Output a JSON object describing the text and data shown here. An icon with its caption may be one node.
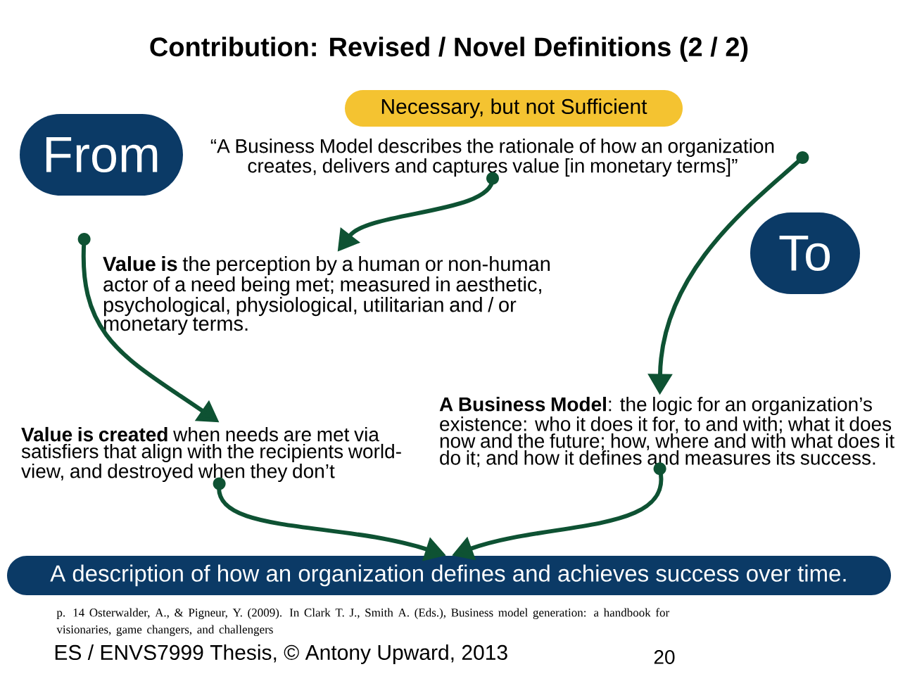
{
  "diagram": {
    "title": "Contribution: Revised / Novel Definitions (2 / 2)",
    "nodes": [
      {
        "text": [
          "From"
        ]
      },
      {
        "text": [
          "Necessary, but not Sufficient"
        ]
      },
      {
        "text": [
          "“A Business Model describes the rationale of how an organization creates, delivers and captures value [in monetary terms]”"
        ]
      },
      {
        "text": [
          "To"
        ]
      },
      {
        "text": [
          "**Value is** the perception by a human or non-human actor of a need being met; measured in aesthetic, psychological, physiological, utilitarian and / or monetary terms."
        ]
      },
      {
        "text": [
          "**Value is created** when needs are met via satisfiers that align with the recipients world-view, and destroyed when they don’t"
        ]
      },
      {
        "text": [
          "**A Business Model**: the logic for an organization’s existence: who it does it for, to and with; what it does now and the future; how, where and with what does it do it; and how it defines and measures its success."
        ]
      },
      {
        "text": [
          "A description of how an organization defines and achieves success over time."
        ]
      }
    ],
    "edges": [
      {
        "from": 2,
        "to": 4,
        "arrow": "to"
      },
      {
        "from": 2,
        "to": 6,
        "arrow": "to"
      },
      {
        "from": 4,
        "to": 5,
        "arrow": "to"
      },
      {
        "from": 5,
        "to": 7,
        "arrow": "to"
      },
      {
        "from": 6,
        "to": 7,
        "arrow": "to"
      }
    ],
    "labels": [
      "p. 14 Osterwalder, A., & Pigneur, Y. (2009). In Clark T. J., Smith A. (Eds.), Business model generation: a handbook for visionaries, game changers, and challengers",
      "ES / ENVS7999 Thesis, © Antony Upward, 2013",
      "20"
    ]
  }
}
